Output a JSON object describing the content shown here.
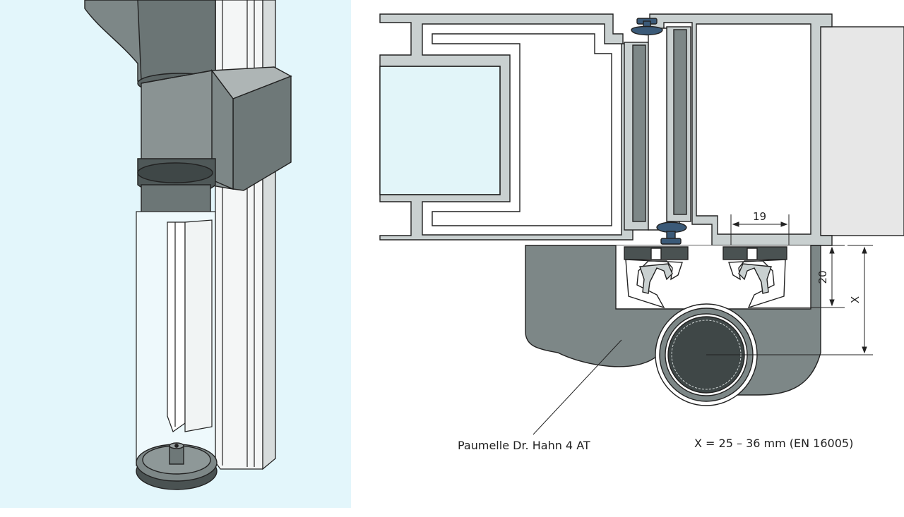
{
  "colors": {
    "panel_bg": "#e3f6fb",
    "hinge_dark": "#5b6464",
    "hinge_mid": "#7d8787",
    "hinge_light": "#9aa2a2",
    "frame_fill": "#c9d0d0",
    "seal_blue": "#3b5a78",
    "glass": "#e2f5f9",
    "wall": "#e7e7e7",
    "line": "#222222"
  },
  "icons": {
    "hinge_3d": "hinge-perspective-illustration",
    "section": "profile-cross-section"
  },
  "labels": {
    "hinge_name": "Paumelle Dr. Hahn 4 AT",
    "formula": "X = 25 – 36 mm (EN 16005)",
    "dim_19": "19",
    "dim_20": "20",
    "dim_x": "X"
  }
}
